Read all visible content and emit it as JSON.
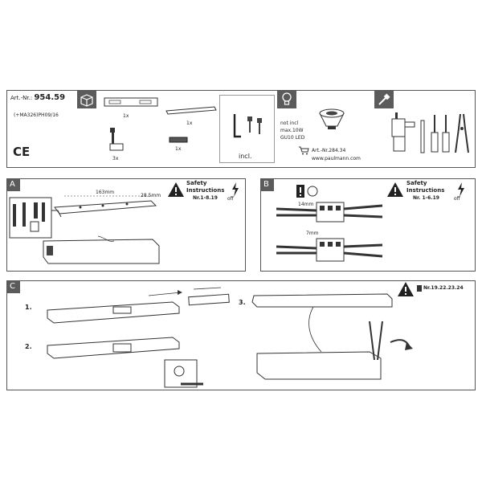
{
  "header": {
    "art_prefix": "Art.-Nr.:",
    "art_number": "954.59",
    "variant": "(+MA326)PH09/16",
    "ce_mark": "CE"
  },
  "contents": {
    "qty_rail_top": "1x",
    "qty_bar": "1x",
    "qty_adapter": "3x",
    "qty_clip": "1x",
    "incl": "incl."
  },
  "bulb": {
    "not_incl": "not incl",
    "max_power": "max.10W",
    "type": "GU10 LED",
    "art_ref": "Art.-Nr.284.34",
    "website": "www.paulmann.com"
  },
  "section_a": {
    "letter": "A",
    "dim_long": "163mm",
    "dim_short": "28.5mm",
    "safety_title_1": "Safety",
    "safety_title_2": "Instructions",
    "safety_ref": "Nr.1-8.19",
    "off": "off"
  },
  "section_b": {
    "letter": "B",
    "strip_long": "14mm",
    "strip_short": "7mm",
    "safety_title_1": "Safety",
    "safety_title_2": "Instructions",
    "safety_ref": "Nr. 1-6.19",
    "off": "off"
  },
  "section_c": {
    "letter": "C",
    "step1": "1.",
    "step2": "2.",
    "step3": "3.",
    "safety_ref": "Nr.19.22.23.24"
  },
  "colors": {
    "header_grey": "#5b5b5b",
    "line": "#444444",
    "warning_fill": "#222222"
  }
}
